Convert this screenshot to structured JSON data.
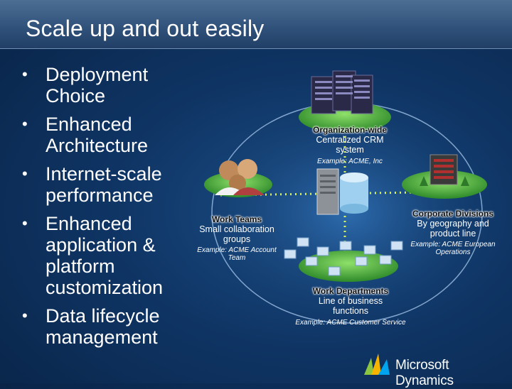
{
  "title": "Scale up and out easily",
  "bullets": [
    "Deployment Choice",
    "Enhanced Architecture",
    "Internet-scale performance",
    "Enhanced application & platform customization",
    "Data lifecycle management"
  ],
  "diagram": {
    "org": {
      "heading": "Organization-wide",
      "line1": "Centralized CRM",
      "line2": "system",
      "example": "Example: ACME, Inc"
    },
    "work_teams": {
      "heading": "Work Teams",
      "line1": "Small collaboration",
      "line2": "groups",
      "example1": "Example: ACME Account",
      "example2": "Team"
    },
    "corporate": {
      "heading": "Corporate Divisions",
      "line1": "By geography and",
      "line2": "product line",
      "example1": "Example: ACME European",
      "example2": "Operations"
    },
    "departments": {
      "heading": "Work Departments",
      "line1": "Line of business",
      "line2": "functions",
      "example": "Example: ACME Customer Service"
    }
  },
  "logo": {
    "text": "Microsoft Dynamics"
  }
}
